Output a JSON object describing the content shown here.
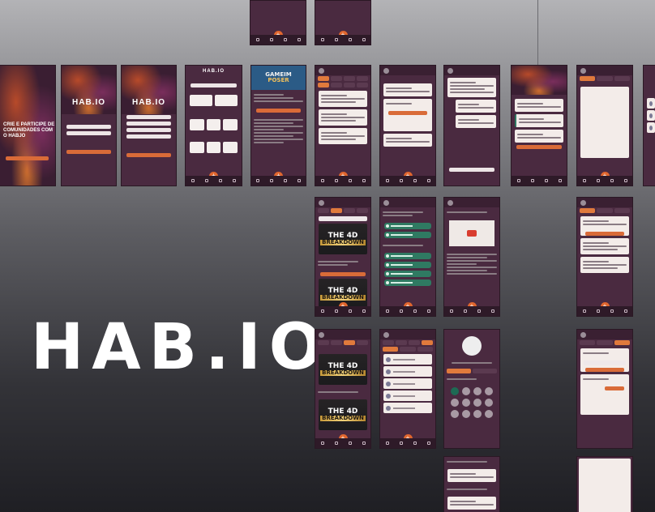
{
  "brand": {
    "logo_text": "HAB.IO",
    "mini_logo": "HAB.IO"
  },
  "splash": {
    "slogan": "CRIE E PARTICIPE DE COMUNIDADES COM O HABJO"
  },
  "game_logo": {
    "line1": "GAMEIM",
    "line2": "POSER"
  },
  "video_thumbnail": {
    "line1": "THE 4D",
    "line2": "BREAKDOWN"
  },
  "colors": {
    "background_top": "#b3b3b6",
    "background_bottom": "#1f1f24",
    "screen": "#4a2a40",
    "accent": "#e0662e",
    "success": "#2f7a62"
  },
  "icons": [
    "plus-icon",
    "home-icon",
    "chat-icon",
    "profile-icon",
    "bell-icon",
    "play-icon"
  ]
}
